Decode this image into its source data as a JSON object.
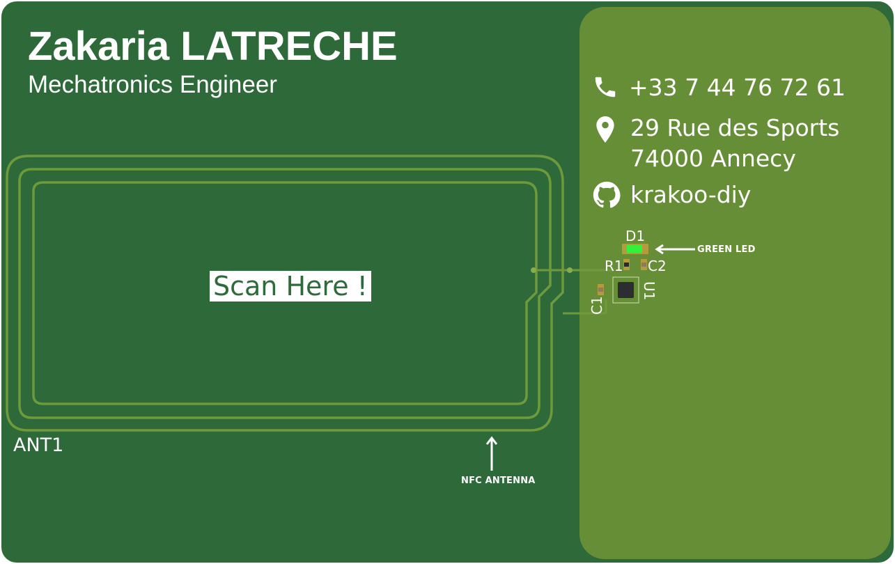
{
  "card": {
    "name": "Zakaria LATRECHE",
    "title": "Mechatronics Engineer",
    "phone": "+33 7 44 76 72 61",
    "address_line1": "29 Rue des Sports",
    "address_line2": "74000 Annecy",
    "github": "krakoo-diy",
    "scan_label": "Scan Here !"
  },
  "pcb": {
    "antenna_designator": "ANT1",
    "antenna_annotation": "NFC ANTENNA",
    "led_annotation": "GREEN LED",
    "designators": {
      "d1": "D1",
      "r1": "R1",
      "c2": "C2",
      "c1": "C1",
      "u1": "U1"
    }
  },
  "icons": {
    "phone": "phone-icon",
    "location": "map-pin-icon",
    "github": "github-icon",
    "arrow_up": "arrow-up-icon",
    "arrow_left": "arrow-left-icon"
  },
  "colors": {
    "board": "#2e6a39",
    "panel": "#668e36",
    "trace": "#6f9a3c",
    "led": "#35f03a",
    "text": "#ffffff"
  }
}
